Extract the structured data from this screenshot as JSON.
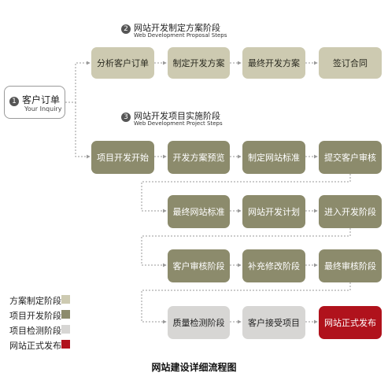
{
  "colors": {
    "proposal": "#cdcab1",
    "development": "#8c8b6c",
    "testing": "#d7d6d4",
    "launch": "#b0121c",
    "connector": "#9a9a9a"
  },
  "start": {
    "number": "1",
    "title": "客户订单",
    "subtitle": "Your Inquiry"
  },
  "stage2": {
    "number": "2",
    "title": "网站开发制定方案阶段",
    "subtitle": "Web Development Proposal Steps",
    "steps": [
      "分析客户订单",
      "制定开发方案",
      "最终开发方案",
      "签订合同"
    ]
  },
  "stage3": {
    "number": "3",
    "title": "网站开发项目实施阶段",
    "subtitle": "Web Development Project Steps",
    "rows": [
      [
        "项目开发开始",
        "开发方案预览",
        "制定网站标准",
        "提交客户审核"
      ],
      [
        "最终网站标准",
        "网站开发计划",
        "进入开发阶段"
      ],
      [
        "客户审核阶段",
        "补充修改阶段",
        "最终审核阶段"
      ],
      [
        "质量检测阶段",
        "客户接受项目",
        "网站正式发布"
      ]
    ]
  },
  "legend": [
    {
      "label": "方案制定阶段",
      "color": "#cdcab1"
    },
    {
      "label": "项目开发阶段",
      "color": "#8c8b6c"
    },
    {
      "label": "项目检测阶段",
      "color": "#d7d6d4"
    },
    {
      "label": "网站正式发布",
      "color": "#b0121c"
    }
  ],
  "caption": "网站建设详细流程图"
}
